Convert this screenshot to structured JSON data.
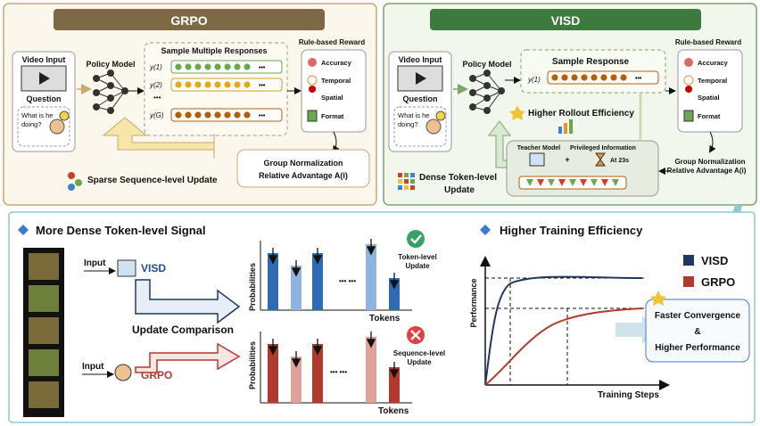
{
  "grpo_panel": {
    "title": "GRPO",
    "video_input": "Video Input",
    "question": "Question",
    "question_text_1": "What is he",
    "question_text_2": "doing?",
    "policy_model": "Policy Model",
    "sample_title": "Sample Multiple Responses",
    "response_labels": [
      "y(1)",
      "y(2)",
      "y(G)"
    ],
    "dots": "•••",
    "ellipsis": "•••",
    "reward_title": "Rule-based Reward",
    "rewards": [
      "Accuracy",
      "Temporal",
      "Spatial",
      "Format"
    ],
    "group_norm": "Group Normalization",
    "advantage": "Relative Advantage A(i)",
    "sparse_update": "Sparse Sequence-level Update"
  },
  "visd_panel": {
    "title": "VISD",
    "video_input": "Video Input",
    "question": "Question",
    "question_text_1": "What is he",
    "question_text_2": "doing?",
    "policy_model": "Policy Model",
    "sample_title": "Sample Response",
    "response_label": "y(1)",
    "dots": "•••",
    "efficiency": "Higher Rollout Efficiency",
    "reward_title": "Rule-based Reward",
    "rewards": [
      "Accuracy",
      "Temporal",
      "Spatial",
      "Format"
    ],
    "teacher_model": "Teacher Model",
    "privileged": "Privileged Information",
    "plus": "+",
    "at_time": "At 23s",
    "group_norm": "Group Normalization",
    "advantage": "Relative Advantage A(i)",
    "dense_update_1": "Dense Token-level",
    "dense_update_2": "Update"
  },
  "bottom_left": {
    "title": "More Dense Token-level Signal",
    "input_top": "Input",
    "input_bottom": "Input",
    "visd": "VISD",
    "grpo": "GRPO",
    "update_comparison": "Update Comparison",
    "ylabel": "Probabilities",
    "xlabel": "Tokens",
    "ellipsis": "••• •••",
    "token_update_1": "Token-level",
    "token_update_2": "Update",
    "seq_update_1": "Sequence-level",
    "seq_update_2": "Update"
  },
  "bottom_right": {
    "title": "Higher Training Efficiency",
    "chart_data": {
      "type": "line",
      "xlabel": "Training Steps",
      "ylabel": "Performance",
      "series": [
        {
          "name": "VISD",
          "color": "#1f3864"
        },
        {
          "name": "GRPO",
          "color": "#b03a2e"
        }
      ]
    },
    "callout_1": "Faster Convergence",
    "callout_2": "&",
    "callout_3": "Higher Performance"
  },
  "colors": {
    "grpo_border": "#c9a96e",
    "grpo_bg": "#fbf7ec",
    "visd_border": "#7fa36b",
    "visd_bg": "#f1f7ec",
    "grpo_title_bg": "#7d6a45",
    "visd_title_bg": "#3d7a3d",
    "bottom_border": "#8cc8d8"
  }
}
